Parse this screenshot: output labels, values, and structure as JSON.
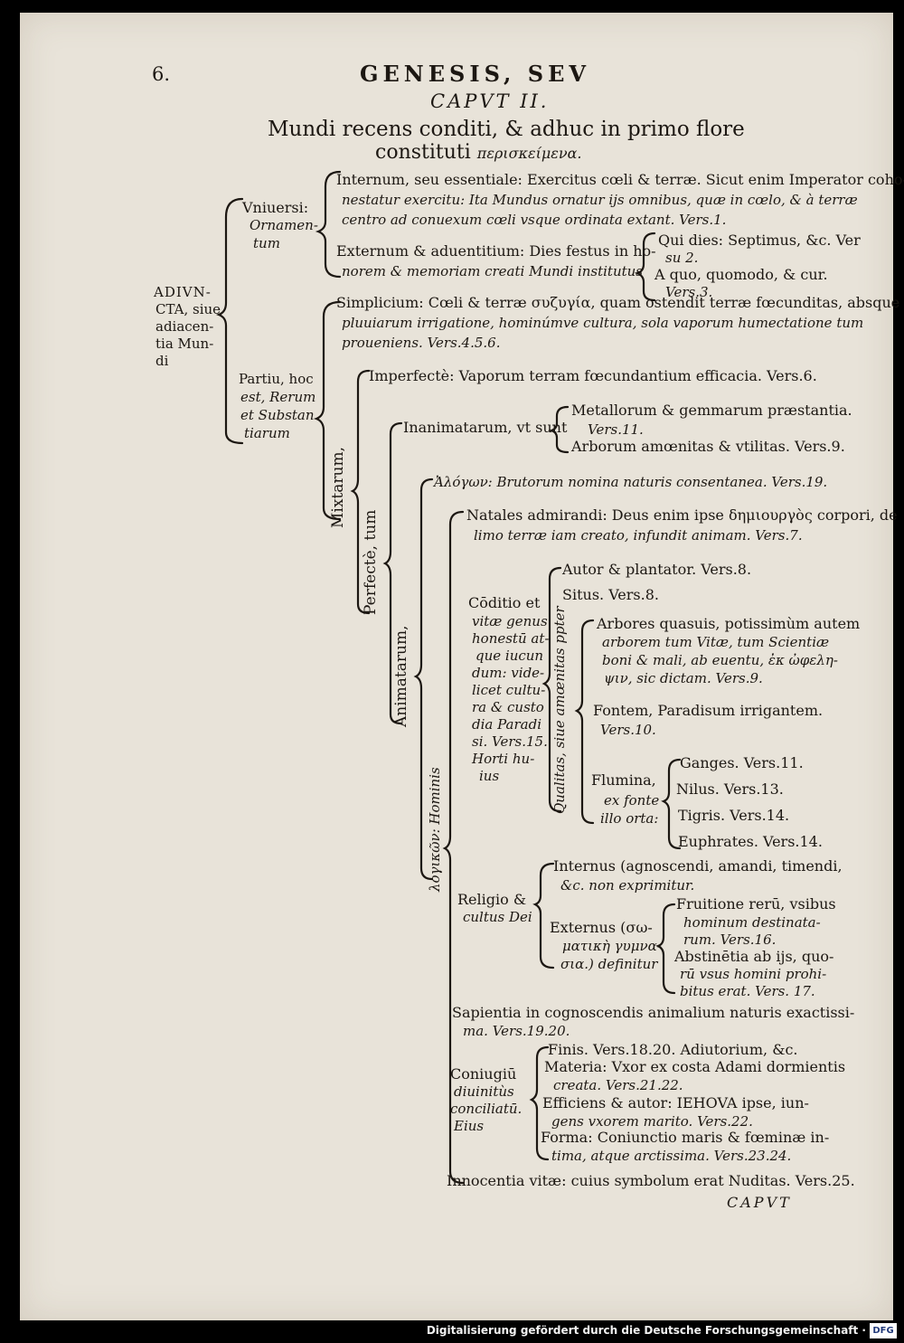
{
  "header": {
    "page_number": "6.",
    "running_title": "GENESIS, SEV",
    "chapter": "CAPVT II.",
    "title_line1": "Mundi recens conditi, & adhuc in primo flore",
    "title_line2": "constituti",
    "title_greek": "περισκείμενα."
  },
  "left_root": {
    "line1": "ADIVN-",
    "line2": "CTA, siue",
    "line3": "adiacen-",
    "line4": "tia Mun-",
    "line5": "di"
  },
  "vniuersi": {
    "line1": "Vniuersi:",
    "line2": "Ornamen-",
    "line3": "tum"
  },
  "internum": {
    "line1": "Internum, seu essentiale: Exercitus cœli & terræ. Sicut enim Imperator coho-",
    "line2": "nestatur exercitu: Ita Mundus ornatur ijs omnibus, quæ in cœlo, & à terræ",
    "line3": "centro ad conuexum cœli vsque ordinata extant. Vers.1."
  },
  "externum": {
    "line1": "Externum & aduentitium: Dies festus in ho-",
    "line2": "norem & memoriam creati Mundi institutus",
    "qui1": "Qui dies: Septimus, &c. Ver",
    "qui2": "su 2.",
    "aquo1": "A quo, quomodo, & cur.",
    "aquo2": "Vers.3."
  },
  "partiu": {
    "line1": "Partiu, hoc",
    "line2": "est, Rerum",
    "line3": "et Substan",
    "line4": "tiarum"
  },
  "simplicium": {
    "line1": "Simplicium: Cœli & terræ συζυγία, quam ostendit terræ fœcunditas, absque",
    "line2": "pluuiarum irrigatione, hominúmve cultura, sola vaporum humectatione tum",
    "line3": "proueniens. Vers.4.5.6."
  },
  "mixtarum_label": "Mixtarum,",
  "perfecte_label": "Perfectè, tum",
  "animatarum_label": "Animatarum,",
  "hominis_label": "λογικῶν: Hominis",
  "qualitas_label": "Qualitas, siue amœnitas ppter",
  "imperfecte": "Imperfectè: Vaporum terram fœcundantium efficacia. Vers.6.",
  "inanimatarum": {
    "label": "Inanimatarum, vt sunt",
    "metal1": "Metallorum & gemmarum præstantia.",
    "metal2": "Vers.11.",
    "arbor": "Arborum amœnitas & vtilitas. Vers.9."
  },
  "alogon": "Ἀλόγων: Brutorum nomina naturis consentanea. Vers.19.",
  "natales": {
    "line1": "Natales admirandi: Deus enim ipse δημιουργὸς corpori, de",
    "line2": "limo terræ iam creato, infundit animam. Vers.7."
  },
  "conditio": {
    "line1": "Cōditio et",
    "line2": "vitæ genus",
    "line3": "honestū at-",
    "line4": "que iucun",
    "line5": "dum: vide-",
    "line6": "licet cultu-",
    "line7": "ra & custo",
    "line8": "dia Paradi",
    "line9": "si. Vers.15.",
    "line10": "Horti hu-",
    "line11": "ius"
  },
  "autor": "Autor & plantator. Vers.8.",
  "situs": "Situs. Vers.8.",
  "arbores": {
    "line1": "Arbores quasuis, potissimùm autem",
    "line2": "arborem tum Vitæ, tum Scientiæ",
    "line3": "boni & mali, ab euentu, ἐκ ὠφελη-",
    "line4": "ψιν, sic dictam. Vers.9."
  },
  "fontem": {
    "line1": "Fontem, Paradisum irrigantem.",
    "line2": "Vers.10."
  },
  "flumina": {
    "line1": "Flumina,",
    "line2": "ex fonte",
    "line3": "illo orta:",
    "ganges": "Ganges. Vers.11.",
    "nilus": "Nilus. Vers.13.",
    "tigris": "Tigris. Vers.14.",
    "euphrates": "Euphrates. Vers.14."
  },
  "religio": {
    "label1": "Religio &",
    "label2": "cultus Dei",
    "internus1": "Internus (agnoscendi, amandi, timendi,",
    "internus2": "&c. non exprimitur.",
    "externus1": "Externus (σω-",
    "externus2": "ματικὴ γυμνα-",
    "externus3": "σια.) definitur",
    "fruitione1": "Fruitione rerū, vsibus",
    "fruitione2": "hominum destinata-",
    "fruitione3": "rum. Vers.16.",
    "abstinetia1": "Abstinētia ab ijs, quo-",
    "abstinetia2": "rū vsus homini prohi-",
    "abstinetia3": "bitus erat. Vers. 17."
  },
  "sapientia": {
    "line1": "Sapientia in cognoscendis animalium naturis exactissi-",
    "line2": "ma. Vers.19.20."
  },
  "coniugium": {
    "label1": "Coniugiū",
    "label2": "diuinitùs",
    "label3": "conciliatū.",
    "label4": "Eius",
    "finis": "Finis. Vers.18.20. Adiutorium, &c.",
    "materia1": "Materia: Vxor ex costa Adami dormientis",
    "materia2": "creata. Vers.21.22.",
    "efficiens1": "Efficiens & autor: IEHOVA ipse, iun-",
    "efficiens2": "gens vxorem marito. Vers.22.",
    "forma1": "Forma: Coniunctio maris & fœminæ in-",
    "forma2": "tima, atque arctissima. Vers.23.24."
  },
  "innocentia": "Innocentia vitæ: cuius symbolum erat Nuditas. Vers.25.",
  "catchword": "CAPVT",
  "footer": {
    "text": "Digitalisierung gefördert durch die Deutsche Forschungsgemeinschaft ·",
    "logo": "DFG"
  }
}
